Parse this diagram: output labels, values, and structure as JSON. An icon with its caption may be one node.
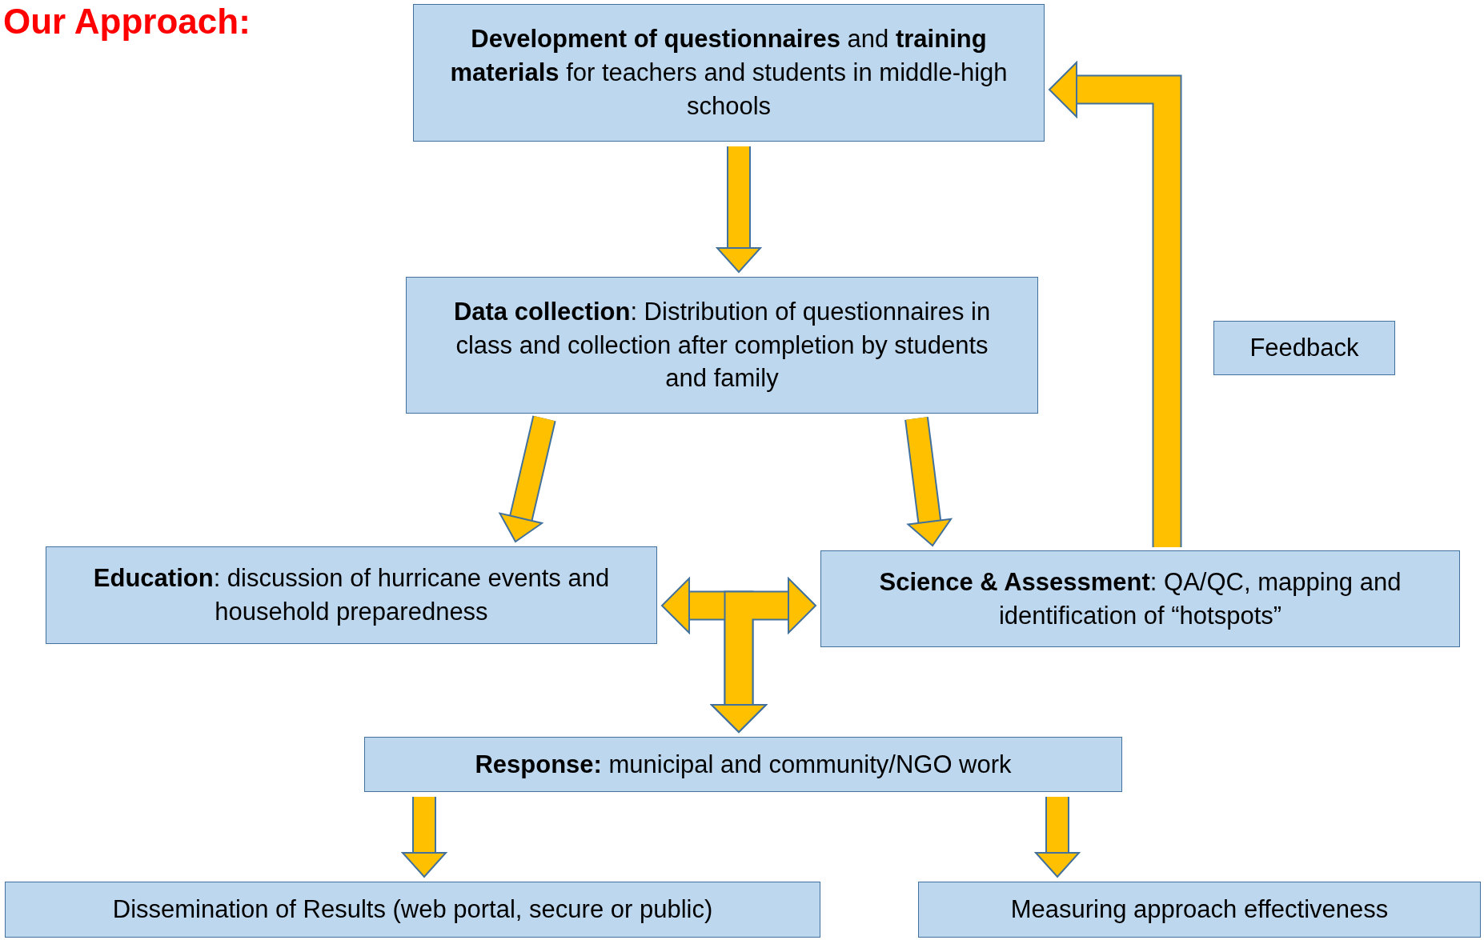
{
  "diagram": {
    "title": "Our Approach:",
    "nodes": [
      {
        "text": [
          "**Development of questionnaires** and **training materials** for teachers and students in middle-high schools"
        ]
      },
      {
        "text": [
          "**Data collection**: Distribution of questionnaires in class and collection after completion by students and family"
        ]
      },
      {
        "text": [
          "**Education**: discussion of hurricane events and household preparedness"
        ]
      },
      {
        "text": [
          "**Science & Assessment**: QA/QC, mapping and identification of “hotspots”"
        ]
      },
      {
        "text": [
          "**Response:** municipal and community/NGO work"
        ]
      },
      {
        "text": [
          "Dissemination of Results (web portal, secure or public)"
        ]
      },
      {
        "text": [
          "Measuring approach effectiveness"
        ]
      },
      {
        "text": [
          "Feedback"
        ]
      }
    ],
    "edges": [
      {
        "from": 0,
        "to": 1,
        "arrow": "to"
      },
      {
        "from": 1,
        "to": 2,
        "arrow": "to"
      },
      {
        "from": 1,
        "to": 3,
        "arrow": "to"
      },
      {
        "from": 3,
        "to": 0,
        "arrow": "to"
      },
      {
        "from": 2,
        "to": 4,
        "arrow": "both"
      },
      {
        "from": 3,
        "to": 4,
        "arrow": "both"
      },
      {
        "from": 4,
        "to": 5,
        "arrow": "to"
      },
      {
        "from": 4,
        "to": 6,
        "arrow": "to"
      }
    ]
  }
}
